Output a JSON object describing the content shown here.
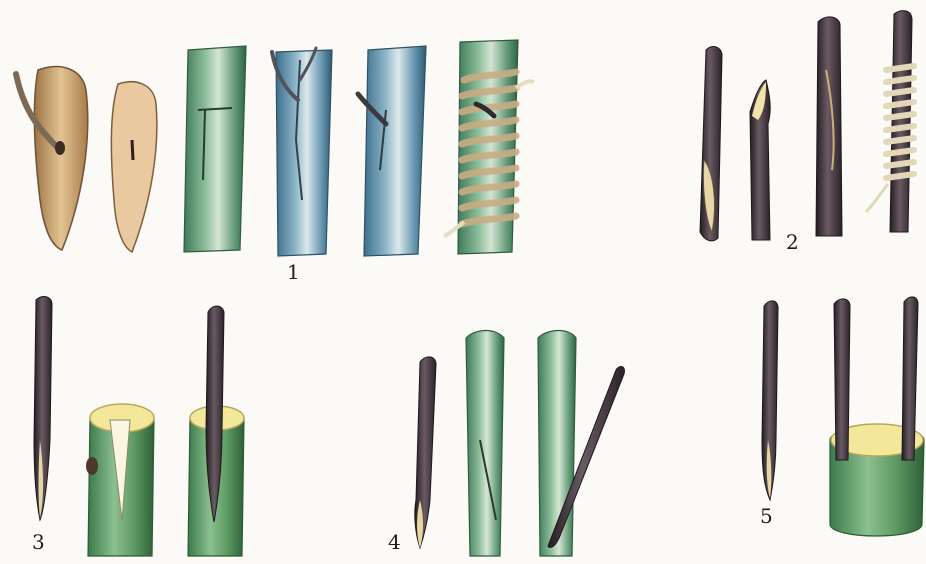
{
  "figure": {
    "title_fragment": "",
    "labels": [
      {
        "id": "1",
        "text": "1"
      },
      {
        "id": "2",
        "text": "2"
      },
      {
        "id": "3",
        "text": "3"
      },
      {
        "id": "4",
        "text": "4"
      },
      {
        "id": "5",
        "text": "5"
      }
    ]
  },
  "colors": {
    "bark_green": "#5f9a74",
    "bark_blue": "#6a95b0",
    "bark_light": "#cfe0d2",
    "wood_tan": "#c99a62",
    "scion_dark": "#3b3138",
    "tie_cream": "#e8dcc0",
    "cut_yellow": "#f3e79a",
    "ink": "#1c1c1c"
  }
}
